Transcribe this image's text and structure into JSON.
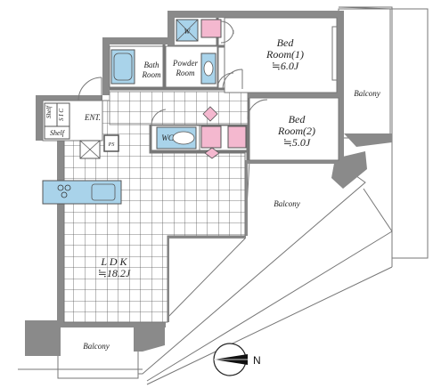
{
  "rooms": {
    "bed1": {
      "line1": "Bed",
      "line2": "Room(1)",
      "area": "≒6.0J"
    },
    "bed2": {
      "line1": "Bed",
      "line2": "Room(2)",
      "area": "≒5.0J"
    },
    "ldk": {
      "line1": "L D K",
      "area": "≒18.2J"
    },
    "bath": {
      "line1": "Bath",
      "line2": "Room"
    },
    "powder": {
      "line1": "Powder",
      "line2": "Room"
    },
    "wc": "WC",
    "entrance": "ENT.",
    "shelf_top": "Shelf",
    "sic": "S I C",
    "shelf_bottom": "Shelf",
    "ps": "PS",
    "washer": "W"
  },
  "balconies": {
    "east": "Balcony",
    "south": "Balcony",
    "west": "Balcony"
  },
  "compass": {
    "label": "N"
  },
  "colors": {
    "wall": "#8a8a8a",
    "wall_dark": "#555555",
    "pink": "#f4b8cf",
    "blue": "#a9d3ea",
    "tile": "#ffffff",
    "grid": "#555555"
  }
}
